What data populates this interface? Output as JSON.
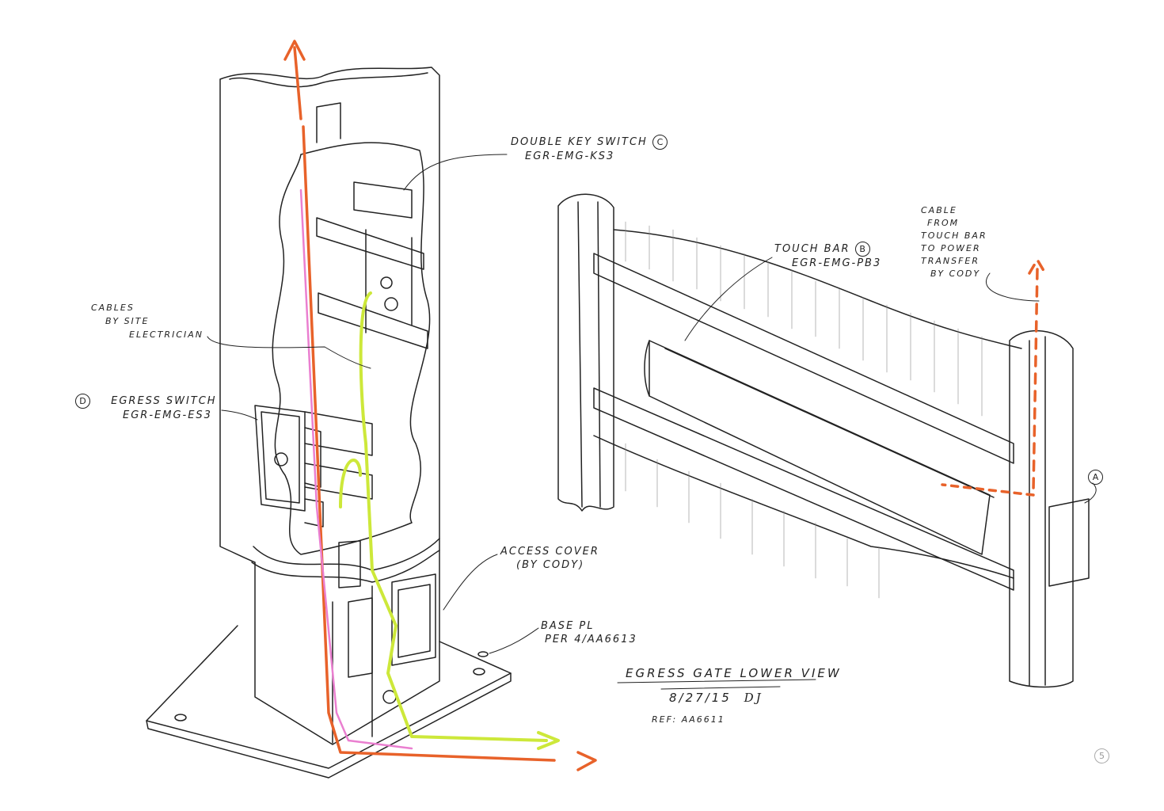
{
  "labels": {
    "key_switch": {
      "name": "DOUBLE KEY SWITCH",
      "tag": "C",
      "part": "EGR-EMG-KS3"
    },
    "cables": {
      "lines": [
        "CABLES",
        "BY SITE",
        "ELECTRICIAN"
      ]
    },
    "egress_switch": {
      "tag": "D",
      "name": "EGRESS SWITCH",
      "part": "EGR-EMG-ES3"
    },
    "access_cover": {
      "name": "ACCESS COVER",
      "note": "(BY CODY)"
    },
    "base_plate": {
      "name": "BASE PL",
      "ref": "PER 4/AA6613"
    },
    "touch_bar": {
      "name": "TOUCH BAR",
      "tag": "B",
      "part": "EGR-EMG-PB3"
    },
    "cable_touch_bar": {
      "lines": [
        "CABLE",
        "FROM",
        "TOUCH BAR",
        "TO POWER",
        "TRANSFER",
        "BY CODY"
      ]
    },
    "tag_a": "A"
  },
  "title_block": {
    "title": "EGRESS GATE LOWER VIEW",
    "date": "8/27/15",
    "signature": "DJ",
    "ref": "REF: AA6611",
    "sheet": "5"
  },
  "colors": {
    "orange": "#e8622a",
    "pink": "#ea7fd0",
    "yellow_green": "#cde83a",
    "ink": "#222222"
  }
}
